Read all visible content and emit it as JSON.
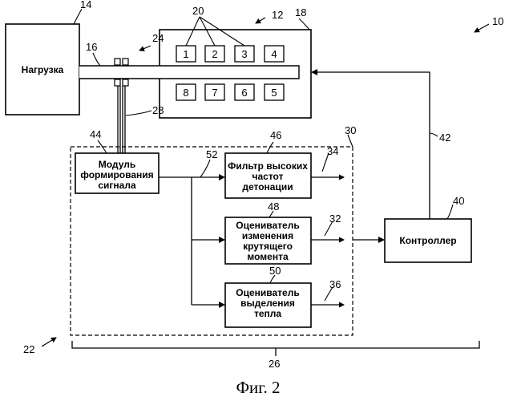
{
  "blocks": {
    "load": "Нагрузка",
    "signal_module": [
      "Модуль",
      "формирования",
      "сигнала"
    ],
    "knock_filter": [
      "Фильтр высоких",
      "частот",
      "детонации"
    ],
    "torque_estimator": [
      "Оцениватель",
      "изменения",
      "крутящего",
      "момента"
    ],
    "heat_estimator": [
      "Оцениватель",
      "выделения",
      "тепла"
    ],
    "controller": "Контроллер"
  },
  "cylinders": {
    "top": [
      "1",
      "2",
      "3",
      "4"
    ],
    "bottom": [
      "8",
      "7",
      "6",
      "5"
    ]
  },
  "refs": {
    "r10": "10",
    "r12": "12",
    "r14": "14",
    "r16": "16",
    "r18": "18",
    "r20": "20",
    "r22": "22",
    "r24": "24",
    "r26": "26",
    "r28": "28",
    "r30": "30",
    "r32": "32",
    "r34": "34",
    "r36": "36",
    "r40": "40",
    "r42": "42",
    "r44": "44",
    "r46": "46",
    "r48": "48",
    "r50": "50",
    "r52": "52"
  },
  "caption": "Фиг. 2"
}
